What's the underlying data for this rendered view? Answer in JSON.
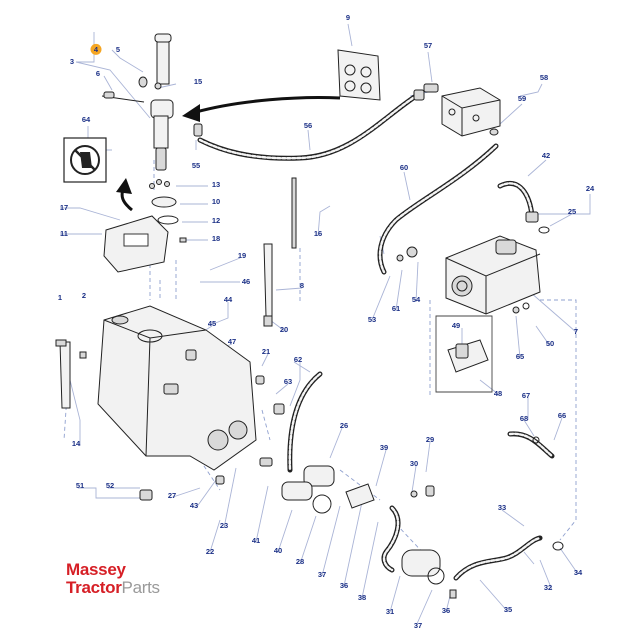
{
  "callouts": [
    "1",
    "2",
    "3",
    "4",
    "5",
    "6",
    "7",
    "8",
    "9",
    "10",
    "11",
    "12",
    "13",
    "14",
    "15",
    "16",
    "17",
    "18",
    "19",
    "20",
    "21",
    "22",
    "23",
    "24",
    "25",
    "26",
    "27",
    "28",
    "29",
    "30",
    "31",
    "32",
    "33",
    "34",
    "35",
    "36",
    "37",
    "38",
    "39",
    "40",
    "41",
    "42",
    "43",
    "44",
    "45",
    "46",
    "47",
    "48",
    "49",
    "50",
    "51",
    "52",
    "53",
    "54",
    "55",
    "56",
    "57",
    "58",
    "59",
    "60",
    "61",
    "62",
    "63",
    "64",
    "65",
    "66",
    "67",
    "68",
    "36",
    "37"
  ],
  "highlighted_callout": "4",
  "highlight_color": "#f5a623",
  "callout_color": "#1a2f86",
  "logo": {
    "line1": "Massey",
    "line2_a": "Tractor",
    "line2_b": "Parts",
    "red": "#d61f26",
    "grey": "#9a9a9a"
  }
}
